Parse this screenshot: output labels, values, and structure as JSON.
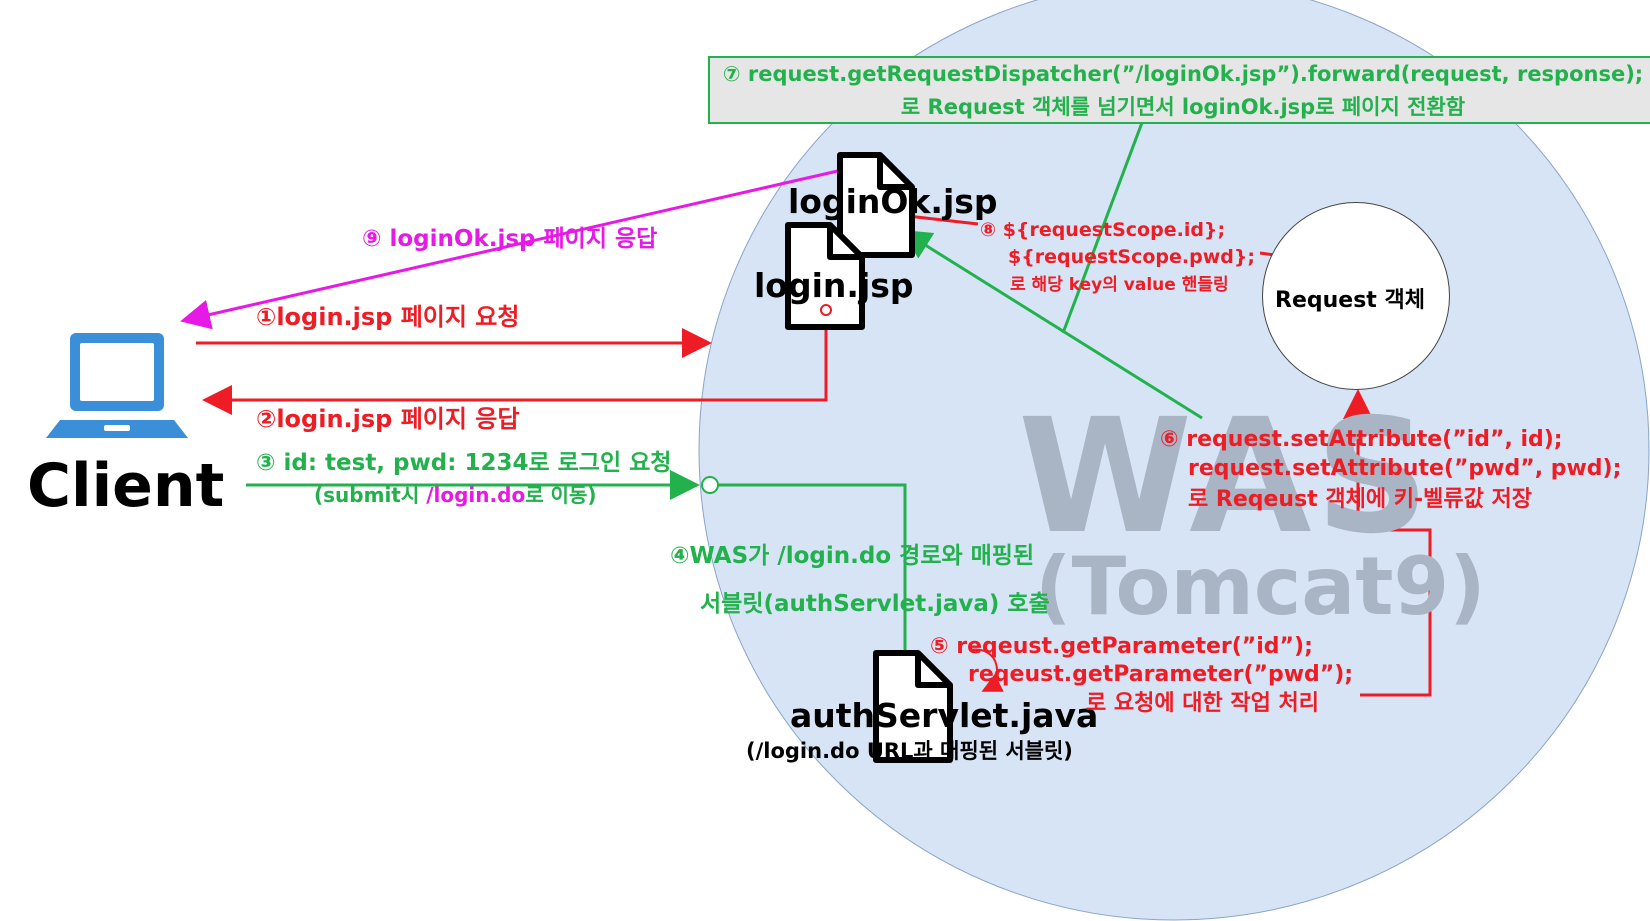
{
  "was": {
    "title": "WAS",
    "subtitle": "(Tomcat9)"
  },
  "client": {
    "label": "Client"
  },
  "files": {
    "login_ok": "loginOk.jsp",
    "login": "login.jsp",
    "auth": "authServlet.java",
    "auth_caption": "(/login.do URL과 매핑된 서블릿)"
  },
  "request_object": "Request 객체",
  "steps": {
    "s1": "①login.jsp 페이지 요청",
    "s2": "②login.jsp 페이지 응답",
    "s3_line1": "③  id: test, pwd: 1234로 로그인 요청",
    "s3_line2_prefix": "(submit시 ",
    "s3_line2_path": "/login.do",
    "s3_line2_suffix": "로 이동)",
    "s4_line1": "④WAS가 /login.do 경로와 매핑된",
    "s4_line2": "서블릿(authServlet.java) 호출",
    "s5_line1": "⑤ reqeust.getParameter(”id”);",
    "s5_line2": "reqeust.getParameter(”pwd”);",
    "s5_line3": "로 요청에 대한 작업 처리",
    "s6_line1": "⑥  request.setAttribute(”id”, id);",
    "s6_line2": "request.setAttribute(”pwd”, pwd);",
    "s6_line3": "로 Reqeust 객체에 키-벨류값 저장",
    "s7_line1": "⑦ request.getRequestDispatcher(”/loginOk.jsp”).forward(request, response);",
    "s7_line2": "로 Request 객체를 넘기면서 loginOk.jsp로 페이지 전환함",
    "s8_line1": "⑧  ${requestScope.id};",
    "s8_line2": "${requestScope.pwd};",
    "s8_line3": "로 해당 key의 value 핸들링",
    "s9": "⑨ loginOk.jsp 페이지 응답"
  },
  "colors": {
    "red": "#ee1c24",
    "green": "#22b14c",
    "magenta": "#e619e6",
    "was_circle": "#d6e4f6",
    "laptop": "#3b8ed8",
    "dispatch_box": "#e6e6e6"
  }
}
